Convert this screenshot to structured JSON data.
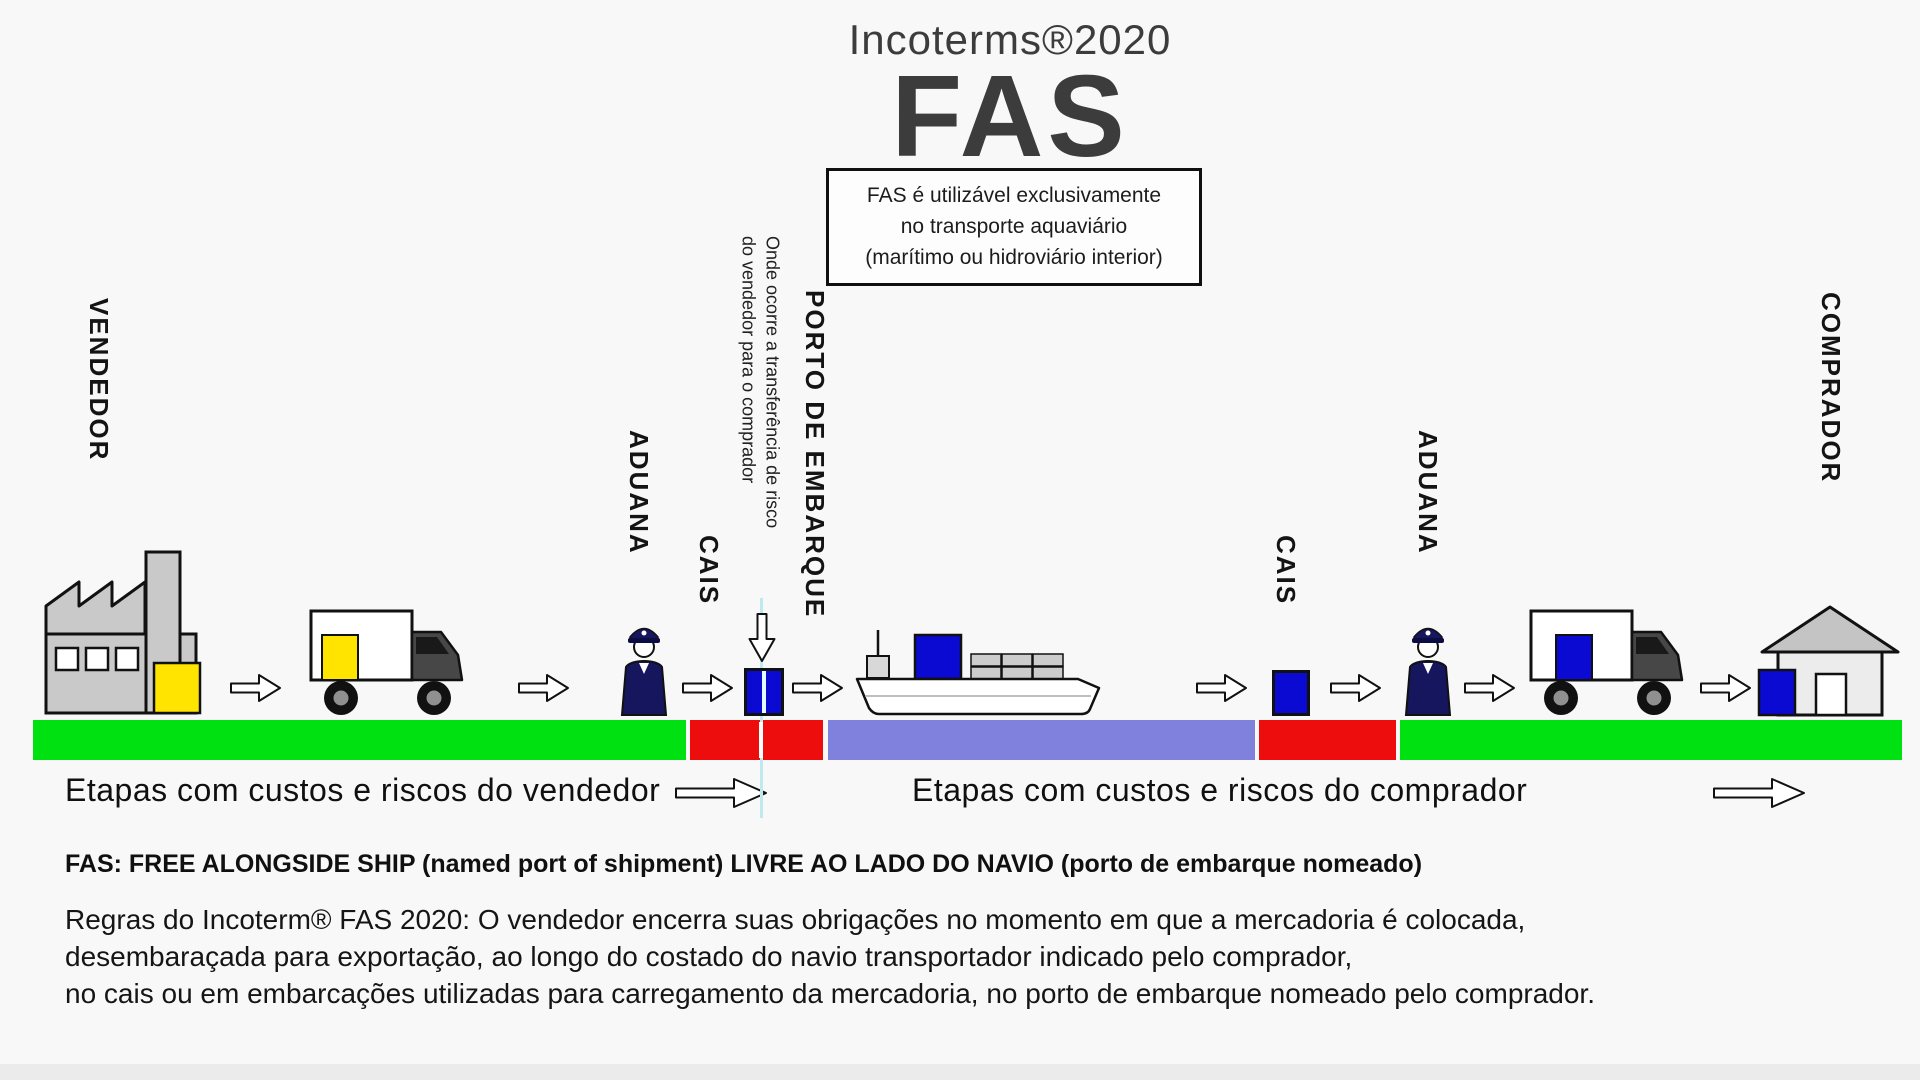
{
  "header": {
    "brand": "Incoterms®2020",
    "term": "FAS"
  },
  "note_box": {
    "line1": "FAS é utilizável exclusivamente",
    "line2": "no transporte aquaviário",
    "line3": "(marítimo ou hidroviário interior)"
  },
  "stage_labels": {
    "vendedor": "VENDEDOR",
    "aduana_left": "ADUANA",
    "cais_left": "CAIS",
    "porto_de_embarque": "PORTO DE EMBARQUE",
    "cais_right": "CAIS",
    "aduana_right": "ADUANA",
    "comprador": "COMPRADOR"
  },
  "transfer_note": {
    "line1": "Onde ocorre a transferência de risco",
    "line2": "do vendedor para o comprador"
  },
  "cost_bars": {
    "seller_caption": "Etapas com custos e riscos do vendedor",
    "buyer_caption": "Etapas com custos e riscos do comprador"
  },
  "footer": {
    "headline": "FAS: FREE ALONGSIDE SHIP (named port of shipment) LIVRE AO LADO DO NAVIO (porto de embarque nomeado)",
    "line1": "Regras do Incoterm® FAS 2020: O vendedor encerra suas obrigações no momento em que a mercadoria é colocada,",
    "line2": "desembaraçada para exportação, ao longo do costado do navio transportador indicado pelo comprador,",
    "line3": "no cais ou em embarcações utilizadas para carregamento da mercadoria, no porto de embarque nomeado pelo comprador."
  },
  "colors": {
    "stage-green": "#00e111",
    "risk-red": "#ee0d0d",
    "port-purple": "#8080dd",
    "goods-yellow": "#ffe400",
    "goods-blue": "#0a0ad2",
    "transfer-line": "#bfe9f0"
  },
  "icons": {
    "factory": "factory-icon",
    "truck": "truck-icon",
    "customs_officer": "customs-officer-icon",
    "cargo_box": "cargo-box-icon",
    "ship": "ship-icon",
    "house": "house-icon",
    "flow_arrow": "arrow-right-icon",
    "transfer_arrow": "arrow-down-icon"
  }
}
